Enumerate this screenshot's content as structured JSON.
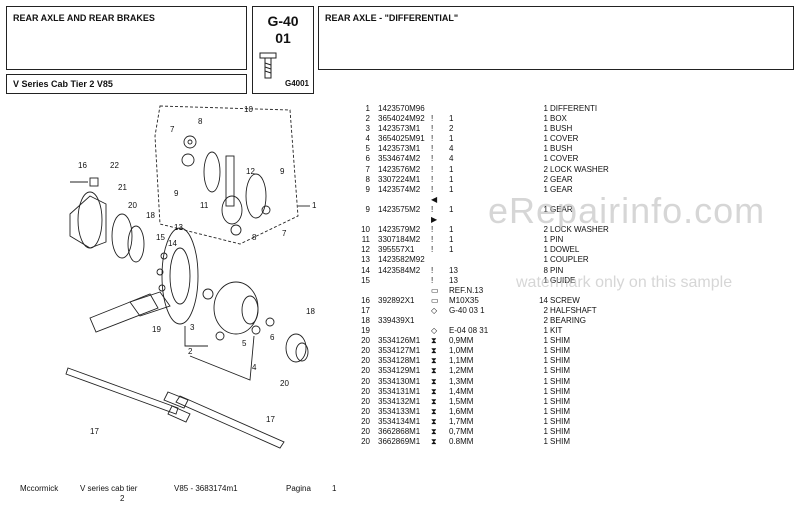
{
  "header": {
    "section_title": "REAR AXLE AND REAR BRAKES",
    "series": "V Series Cab Tier 2 V85",
    "group_code": "G-40",
    "group_sub": "01",
    "illustration_ref": "G4001",
    "group_title": "REAR AXLE - \"DIFFERENTIAL\""
  },
  "parts": [
    {
      "num": "1",
      "part": "1423570M96",
      "flag": "",
      "qty": "",
      "qty2": "1",
      "desc": "DIFFERENTI"
    },
    {
      "num": "2",
      "part": "3654024M92",
      "flag": "!",
      "qty": "1",
      "qty2": "1",
      "desc": "BOX"
    },
    {
      "num": "3",
      "part": "1423573M1",
      "flag": "!",
      "qty": "2",
      "qty2": "1",
      "desc": "BUSH"
    },
    {
      "num": "4",
      "part": "3654025M91",
      "flag": "!",
      "qty": "1",
      "qty2": "1",
      "desc": "COVER"
    },
    {
      "num": "5",
      "part": "1423573M1",
      "flag": "!",
      "qty": "4",
      "qty2": "1",
      "desc": "BUSH"
    },
    {
      "num": "6",
      "part": "3534674M2",
      "flag": "!",
      "qty": "4",
      "qty2": "1",
      "desc": "COVER"
    },
    {
      "num": "7",
      "part": "1423576M2",
      "flag": "!",
      "qty": "1",
      "qty2": "2",
      "desc": "LOCK WASHER"
    },
    {
      "num": "8",
      "part": "3307224M1",
      "flag": "!",
      "qty": "1",
      "qty2": "2",
      "desc": "GEAR"
    },
    {
      "num": "9",
      "part": "1423574M2",
      "flag": "!",
      "qty": "1",
      "qty2": "1",
      "desc": "GEAR"
    },
    {
      "num": "",
      "part": "",
      "flag": "◀",
      "qty": "",
      "qty2": "",
      "desc": ""
    },
    {
      "num": "9",
      "part": "1423575M2",
      "flag": "!",
      "qty": "1",
      "qty2": "1",
      "desc": "GEAR"
    },
    {
      "num": "",
      "part": "",
      "flag": "▶",
      "qty": "",
      "qty2": "",
      "desc": ""
    },
    {
      "num": "10",
      "part": "1423579M2",
      "flag": "!",
      "qty": "1",
      "qty2": "2",
      "desc": "LOCK WASHER"
    },
    {
      "num": "11",
      "part": "3307184M2",
      "flag": "!",
      "qty": "1",
      "qty2": "1",
      "desc": "PIN"
    },
    {
      "num": "12",
      "part": "395557X1",
      "flag": "!",
      "qty": "1",
      "qty2": "1",
      "desc": "DOWEL"
    },
    {
      "num": "13",
      "part": "1423582M92",
      "flag": "",
      "qty": "",
      "qty2": "1",
      "desc": "COUPLER"
    },
    {
      "num": "14",
      "part": "1423584M2",
      "flag": "!",
      "qty": "13",
      "qty2": "8",
      "desc": "PIN"
    },
    {
      "num": "15",
      "part": "",
      "flag": "!",
      "qty": "13",
      "qty2": "1",
      "desc": "GUIDE"
    },
    {
      "num": "",
      "part": "",
      "flag": "▭",
      "qty": "REF.N.13",
      "qty2": "",
      "desc": ""
    },
    {
      "num": "16",
      "part": "392892X1",
      "flag": "▭",
      "qty": "M10X35",
      "qty2": "14",
      "desc": "SCREW"
    },
    {
      "num": "17",
      "part": "",
      "flag": "◇",
      "qty": "G-40 03  1",
      "qty2": "2",
      "desc": "HALFSHAFT"
    },
    {
      "num": "18",
      "part": "339439X1",
      "flag": "",
      "qty": "",
      "qty2": "2",
      "desc": "BEARING"
    },
    {
      "num": "19",
      "part": "",
      "flag": "◇",
      "qty": "E-04 08  31",
      "qty2": "1",
      "desc": "KIT"
    },
    {
      "num": "20",
      "part": "3534126M1",
      "flag": "⧗",
      "qty": "0,9MM",
      "qty2": "1",
      "desc": "SHIM"
    },
    {
      "num": "20",
      "part": "3534127M1",
      "flag": "⧗",
      "qty": "1,0MM",
      "qty2": "1",
      "desc": "SHIM"
    },
    {
      "num": "20",
      "part": "3534128M1",
      "flag": "⧗",
      "qty": "1,1MM",
      "qty2": "1",
      "desc": "SHIM"
    },
    {
      "num": "20",
      "part": "3534129M1",
      "flag": "⧗",
      "qty": "1,2MM",
      "qty2": "1",
      "desc": "SHIM"
    },
    {
      "num": "20",
      "part": "3534130M1",
      "flag": "⧗",
      "qty": "1,3MM",
      "qty2": "1",
      "desc": "SHIM"
    },
    {
      "num": "20",
      "part": "3534131M1",
      "flag": "⧗",
      "qty": "1,4MM",
      "qty2": "1",
      "desc": "SHIM"
    },
    {
      "num": "20",
      "part": "3534132M1",
      "flag": "⧗",
      "qty": "1,5MM",
      "qty2": "1",
      "desc": "SHIM"
    },
    {
      "num": "20",
      "part": "3534133M1",
      "flag": "⧗",
      "qty": "1,6MM",
      "qty2": "1",
      "desc": "SHIM"
    },
    {
      "num": "20",
      "part": "3534134M1",
      "flag": "⧗",
      "qty": "1,7MM",
      "qty2": "1",
      "desc": "SHIM"
    },
    {
      "num": "20",
      "part": "3662868M1",
      "flag": "⧗",
      "qty": "0,7MM",
      "qty2": "1",
      "desc": "SHIM"
    },
    {
      "num": "20",
      "part": "3662869M1",
      "flag": "⧗",
      "qty": "0.8MM",
      "qty2": "1",
      "desc": "SHIM"
    }
  ],
  "diagram_labels": [
    "10",
    "8",
    "7",
    "16",
    "22",
    "21",
    "20",
    "18",
    "13",
    "14",
    "15",
    "12",
    "11",
    "9",
    "9",
    "8",
    "7",
    "1",
    "3",
    "2",
    "4",
    "5",
    "6",
    "18",
    "20",
    "19",
    "17",
    "17"
  ],
  "footer": {
    "brand": "Mccormick",
    "model": "V series cab tier",
    "model_line2": "2",
    "code": "V85 - 3683174m1",
    "page_label": "Pagina",
    "page_num": "1"
  },
  "watermark": {
    "main": "eRepairinfo.com",
    "sub": "watermark only on this sample"
  }
}
